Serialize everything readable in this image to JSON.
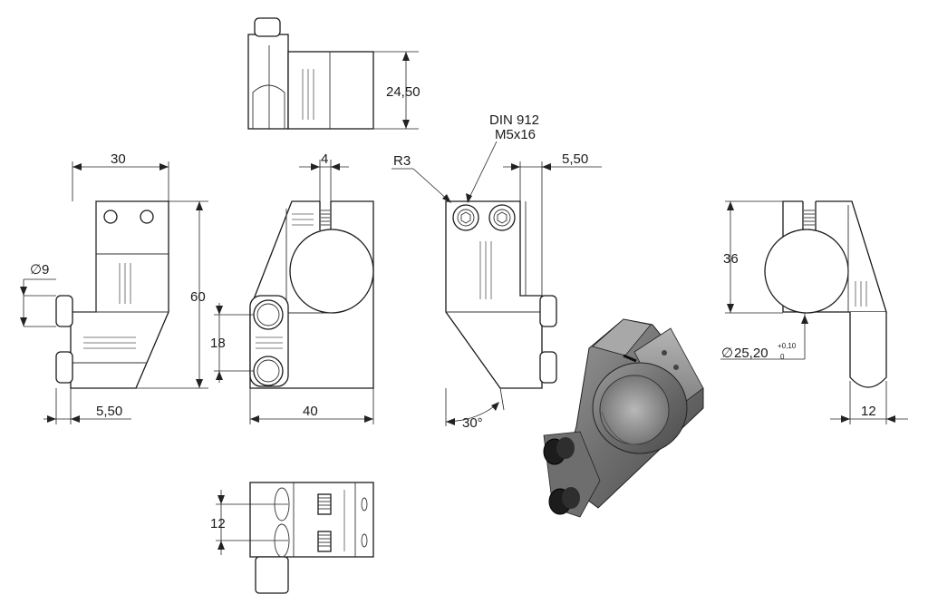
{
  "dimensions": {
    "top_height": "24,50",
    "front_width": "30",
    "front_height": "60",
    "pin_diameter": "9",
    "front_offset": "5,50",
    "slot_width": "4",
    "pin_spacing": "18",
    "side_width": "40",
    "fillet_radius": "R3",
    "screw_spec_line1": "DIN 912",
    "screw_spec_line2": "M5x16",
    "rear_offset": "5,50",
    "angle": "30°",
    "right_height": "36",
    "bore_diameter": "25,20",
    "bore_tol_upper": "+0,10",
    "bore_tol_lower": "0",
    "right_width": "12",
    "bottom_spacing": "12"
  },
  "symbols": {
    "diameter_symbol": "∅"
  }
}
